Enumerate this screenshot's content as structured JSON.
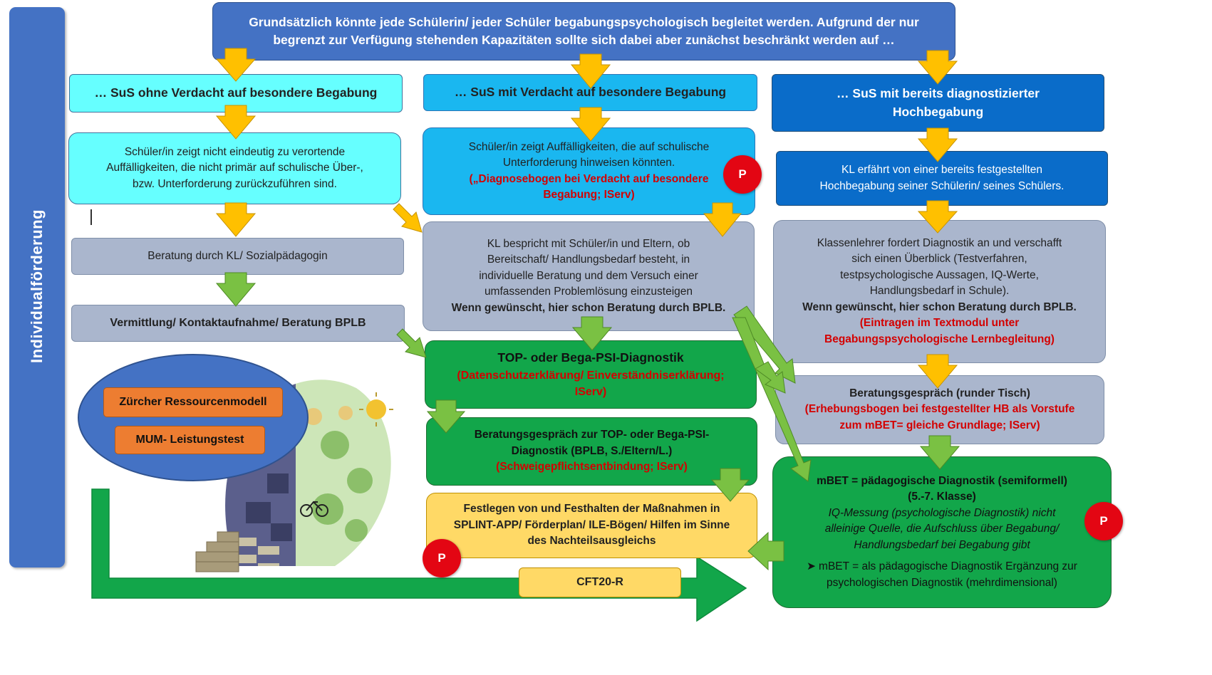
{
  "sidebar": {
    "label": "Individualförderung"
  },
  "header": {
    "line1": "Grundsätzlich könnte jede Schülerin/ jeder Schüler begabungspsychologisch begleitet werden. Aufgrund der nur",
    "line2": "begrenzt zur Verfügung stehenden Kapazitäten sollte sich dabei aber zunächst beschränkt werden auf …"
  },
  "col1": {
    "title": "… SuS ohne Verdacht auf besondere Begabung",
    "desc": [
      "Schüler/in zeigt nicht eindeutig zu verortende",
      "Auffälligkeiten, die nicht primär auf schulische Über-,",
      "bzw. Unterforderung zurückzuführen sind."
    ],
    "beratung": "Beratung durch KL/ Sozialpädagogin",
    "vermittlung": "Vermittlung/ Kontaktaufnahme/ Beratung BPLB"
  },
  "col2": {
    "title": "… SuS mit Verdacht auf besondere Begabung",
    "desc": [
      "Schüler/in zeigt Auffälligkeiten, die auf schulische",
      "Unterforderung hinweisen könnten."
    ],
    "desc_red": [
      "(„Diagnosebogen bei Verdacht auf besondere",
      "Begabung; IServ)"
    ],
    "kl": [
      "KL bespricht mit Schüler/in und Eltern, ob",
      "Bereitschaft/ Handlungsbedarf besteht, in",
      "individuelle Beratung und dem Versuch einer",
      "umfassenden Problemlösung einzusteigen"
    ],
    "kl_bold": "Wenn gewünscht, hier schon Beratung durch BPLB.",
    "top_title": "TOP- oder Bega-PSI-Diagnostik",
    "top_red": [
      "(Datenschutzerklärung/ Einverständniserklärung;",
      "IServ)"
    ],
    "beratung_title": [
      "Beratungsgespräch zur TOP- oder Bega-PSI-",
      "Diagnostik (BPLB, S./Eltern/L.)"
    ],
    "beratung_red": "(Schweigepflichtsentbindung; IServ)",
    "festlegen": [
      "Festlegen von und Festhalten der Maßnahmen in",
      "SPLINT-APP/ Förderplan/ ILE-Bögen/ Hilfen im Sinne",
      "des Nachteilsausgleichs"
    ]
  },
  "col3": {
    "title": [
      "… SuS mit bereits diagnostizierter",
      "Hochbegabung"
    ],
    "kl": [
      "KL erfährt von einer bereits festgestellten",
      "Hochbegabung seiner Schülerin/ seines Schülers."
    ],
    "klassenlehrer": [
      "Klassenlehrer fordert Diagnostik an und verschafft",
      "sich einen Überblick (Testverfahren,",
      "testpsychologische Aussagen, IQ-Werte,",
      "Handlungsbedarf in Schule)."
    ],
    "klassenlehrer_bold": "Wenn gewünscht, hier schon Beratung durch BPLB.",
    "klassenlehrer_red": [
      "(Eintragen im Textmodul unter",
      "Begabungspsychologische Lernbegleitung)"
    ],
    "runder_tisch": "Beratungsgespräch (runder Tisch)",
    "runder_tisch_red": [
      "(Erhebungsbogen bei festgestellter HB als Vorstufe",
      "zum mBET= gleiche Grundlage; IServ)"
    ],
    "mbet_title": [
      "mBET = pädagogische Diagnostik (semiformell)",
      "(5.-7. Klasse)"
    ],
    "mbet_italic": [
      "IQ-Messung (psychologische Diagnostik) nicht",
      "alleinige Quelle, die Aufschluss über Begabung/",
      "Handlungsbedarf bei Begabung gibt"
    ],
    "mbet_bullet": [
      "mBET = als pädagogische Diagnostik Ergänzung zur",
      "psychologischen Diagnostik (mehrdimensional)"
    ]
  },
  "oval": {
    "zurcher": "Zürcher Ressourcenmodell",
    "mum": "MUM- Leistungstest"
  },
  "cft": "CFT20-R",
  "badge": "P",
  "colors": {
    "header": "#4472c4",
    "cyan_light": "#66ffff",
    "cyan": "#1ab7f0",
    "navy": "#0a6cc9",
    "grey": "#aab6cd",
    "green": "#12a64a",
    "yellow": "#ffd966",
    "orange": "#ed7d31",
    "arrow_yellow": "#ffc000",
    "arrow_green": "#7ac143"
  }
}
